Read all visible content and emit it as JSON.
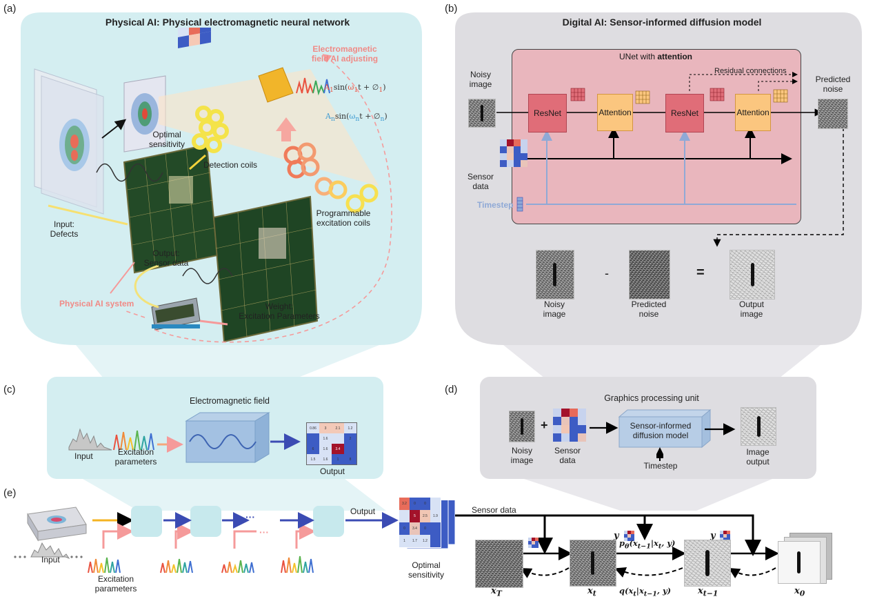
{
  "colors": {
    "panel_a_bg": "#d4eef1",
    "panel_b_bg": "#dedde1",
    "panel_c_bg": "#d4eef1",
    "panel_d_bg": "#dedde1",
    "unet_bg": "#e9b6bd",
    "resnet": "#e06d78",
    "attention": "#fbc67f",
    "accent_pink": "#f08a86",
    "timestep_blue": "#8fa9d6",
    "arrow_blue": "#3b4bb3",
    "arrow_yellow": "#f4b321",
    "arrow_pink": "#f59a9a"
  },
  "panel_a": {
    "letter": "(a)",
    "title": "Physical AI: Physical electromagnetic neural network",
    "labels": {
      "optimal_sensitivity": "Optimal\nsensitivity",
      "detection_coils": "Detection coils",
      "programmable_excitation": "Programmable\nexcitation coils",
      "input_defects": "Input:\nDefects",
      "output_sensor": "Output:\nSensor data",
      "weight": "Weight:\nExcitation Parameters",
      "physical_ai_system": "Physical AI system",
      "em_adjusting": "Electromagnetic\nfield AI adjusting"
    },
    "formula_top": {
      "amp": "A",
      "sub": "1",
      "func": "sin(",
      "w": "ω",
      "wsub": "1",
      "rest": "t + ∅",
      "phisub": "1",
      "close": ")"
    },
    "formula_bottom": {
      "amp": "A",
      "sub": "n",
      "func": "sin(",
      "w": "ω",
      "wsub": "n",
      "rest": "t + ∅",
      "phisub": "n",
      "close": ")"
    }
  },
  "panel_b": {
    "letter": "(b)",
    "title": "Digital AI: Sensor-informed diffusion model",
    "unet_prefix": "UNet with ",
    "unet_bold": "attention",
    "residual": "Residual connections",
    "noisy_image": "Noisy\nimage",
    "sensor_data": "Sensor\ndata",
    "timestep": "Timestep",
    "resnet": "ResNet",
    "attention": "Attention",
    "predicted_noise": "Predicted\nnoise",
    "eq_noisy": "Noisy\nimage",
    "eq_predicted": "Predicted\nnoise",
    "eq_output": "Output\nimage",
    "minus": "-",
    "equals": "="
  },
  "panel_c": {
    "letter": "(c)",
    "title": "Electromagnetic field",
    "input": "Input",
    "excitation": "Excitation\nparameters",
    "output": "Output",
    "matrix": [
      [
        "0.86",
        "3",
        "2.1",
        "1.2"
      ],
      [
        "",
        "1.6",
        "",
        "2"
      ],
      [
        "6",
        "1.6",
        "3.4",
        ""
      ],
      [
        "1.5",
        "1.6",
        "1",
        "8"
      ]
    ]
  },
  "panel_d": {
    "letter": "(d)",
    "title": "Graphics processing unit",
    "model": "Sensor-informed\ndiffusion model",
    "noisy_image": "Noisy\nimage",
    "sensor_data": "Sensor\ndata",
    "timestep": "Timestep",
    "image_output": "Image\noutput",
    "plus": "+"
  },
  "panel_e": {
    "letter": "(e)",
    "input": "Input",
    "excitation": "Excitation\nparameters",
    "output": "Output",
    "dots": "···",
    "optimal": "Optimal\nsensitivity",
    "sensor_data": "Sensor data",
    "y": "y",
    "p_label": "p",
    "p_sub": "θ",
    "p_args": "(x",
    "p_args_sub": "t−1",
    "p_args_mid": "|x",
    "p_args_sub2": "t",
    "p_args_end": ",  y)",
    "q_label": "q(x",
    "q_sub": "t",
    "q_mid": "|x",
    "q_sub2": "t−1",
    "q_end": ",  y)",
    "xT": "x",
    "xT_sub": "T",
    "xt": "x",
    "xt_sub": "t",
    "xt1": "x",
    "xt1_sub": "t−1",
    "x0": "x",
    "x0_sub": "0",
    "matrix": [
      [
        "3.2",
        "0",
        "0",
        ""
      ],
      [
        "",
        "5",
        "2.5",
        "1.9"
      ],
      [
        "0",
        "3.4",
        "0",
        ""
      ],
      [
        "1",
        "1.7",
        "1.2",
        ""
      ]
    ]
  }
}
